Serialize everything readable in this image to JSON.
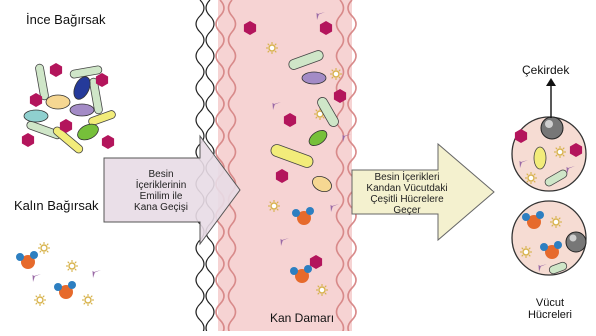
{
  "labels": {
    "small_intestine": "İnce Bağırsak",
    "large_intestine": "Kalın Bağırsak",
    "blood_vessel": "Kan Damarı",
    "nucleus": "Çekirdek",
    "body_cells_line1": "Vücut",
    "body_cells_line2": "Hücreleri"
  },
  "arrow_left": {
    "line1": "Besin",
    "line2": "İçeriklerinin",
    "line3": "Emilim ile",
    "line4": "Kana Geçişi"
  },
  "arrow_right": {
    "line1": "Besin  İçerikleri",
    "line2": "Kandan Vücutdaki",
    "line3": "Çeşitli Hücrelere",
    "line4": "Geçer"
  },
  "colors": {
    "vessel_fill": "#f6d3d3",
    "vessel_border": "#d88a8a",
    "arrow_left_fill": "#e8dbe6",
    "arrow_right_fill": "#f4f1cf",
    "cell_fill": "#f6dcd3",
    "hexagon": "#b3155c",
    "orange_molecule": "#e66a2c",
    "blue_molecule": "#2d7fc1",
    "purple_tri": "#9a6aa6",
    "bar_green": "#cfe6c8",
    "bar_yellow": "#f2ec7a",
    "oval_purple": "#a38bc6",
    "oval_blue": "#253a9a",
    "oval_green": "#76c03a",
    "oval_cream": "#f6d792"
  }
}
